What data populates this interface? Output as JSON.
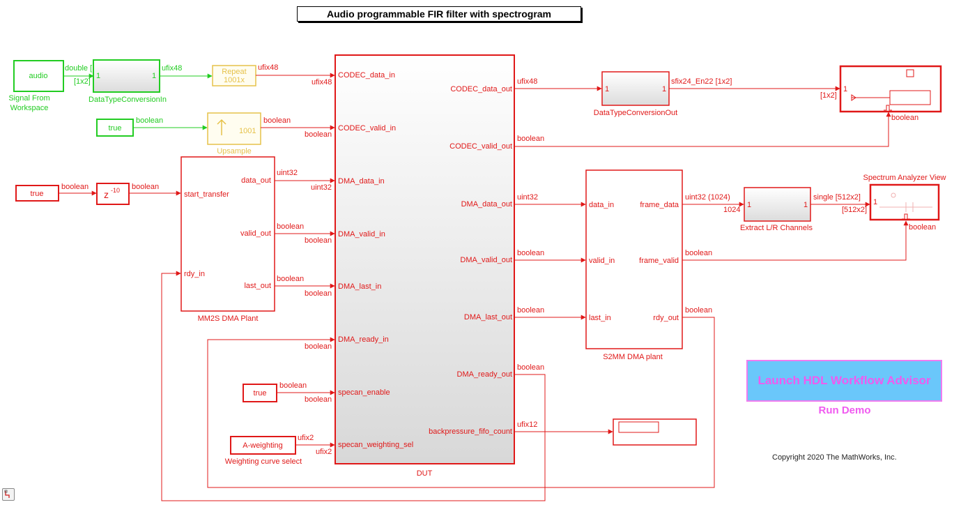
{
  "title": "Audio programmable FIR filter with spectrogram",
  "colors": {
    "red": "#e01818",
    "green": "#22cc22",
    "yellow": "#e6c24a",
    "black": "#000000"
  },
  "blocks": {
    "audio": {
      "label": "audio",
      "caption1": "Signal From",
      "caption2": "Workspace"
    },
    "dtc_in": {
      "port_in": "1",
      "port_out": "1",
      "caption": "DataTypeConversionIn"
    },
    "repeat": {
      "line1": "Repeat",
      "line2": "1001x"
    },
    "true1": {
      "label": "true"
    },
    "upsample": {
      "value": "1001",
      "caption": "Upsample"
    },
    "true2": {
      "label": "true"
    },
    "delay": {
      "label": "z",
      "exp": "-10"
    },
    "mm2s": {
      "caption": "MM2S DMA Plant",
      "ports_in": [
        "start_transfer",
        "rdy_in"
      ],
      "ports_out": [
        "data_out",
        "valid_out",
        "last_out"
      ]
    },
    "dut": {
      "caption": "DUT",
      "ports_in": [
        "CODEC_data_in",
        "CODEC_valid_in",
        "DMA_data_in",
        "DMA_valid_in",
        "DMA_last_in",
        "DMA_ready_in",
        "specan_enable",
        "specan_weighting_sel"
      ],
      "ports_out": [
        "CODEC_data_out",
        "CODEC_valid_out",
        "DMA_data_out",
        "DMA_valid_out",
        "DMA_last_out",
        "DMA_ready_out",
        "backpressure_fifo_count"
      ]
    },
    "true3": {
      "label": "true"
    },
    "aweight": {
      "label": "A-weighting",
      "caption": "Weighting curve select"
    },
    "dtc_out": {
      "port_in": "1",
      "port_out": "1",
      "caption": "DataTypeConversionOut"
    },
    "s2mm": {
      "caption": "S2MM DMA plant",
      "ports_in": [
        "data_in",
        "valid_in",
        "last_in"
      ],
      "ports_out": [
        "frame_data",
        "frame_valid",
        "rdy_out"
      ]
    },
    "extract": {
      "port_in": "1",
      "port_out": "1",
      "caption": "Extract L/R Channels"
    },
    "scope1": {
      "port": "1"
    },
    "specan": {
      "port": "1",
      "caption": "Spectrum Analyzer View"
    }
  },
  "signals": {
    "double_1x2": "double [1x2]",
    "one_x2": "[1x2]",
    "ufix48": "ufix48",
    "boolean": "boolean",
    "uint32": "uint32",
    "ufix12": "ufix12",
    "ufix2": "ufix2",
    "sfix24": "sfix24_En22 [1x2]",
    "uint32_1024": "uint32 (1024)",
    "n1024": "1024",
    "single_512x2": "single [512x2]",
    "n512x2": "[512x2]"
  },
  "buttons": {
    "hdl_advisor": "Launch HDL Workflow Advisor",
    "run_demo": "Run Demo"
  },
  "copyright": "Copyright 2020 The MathWorks, Inc."
}
